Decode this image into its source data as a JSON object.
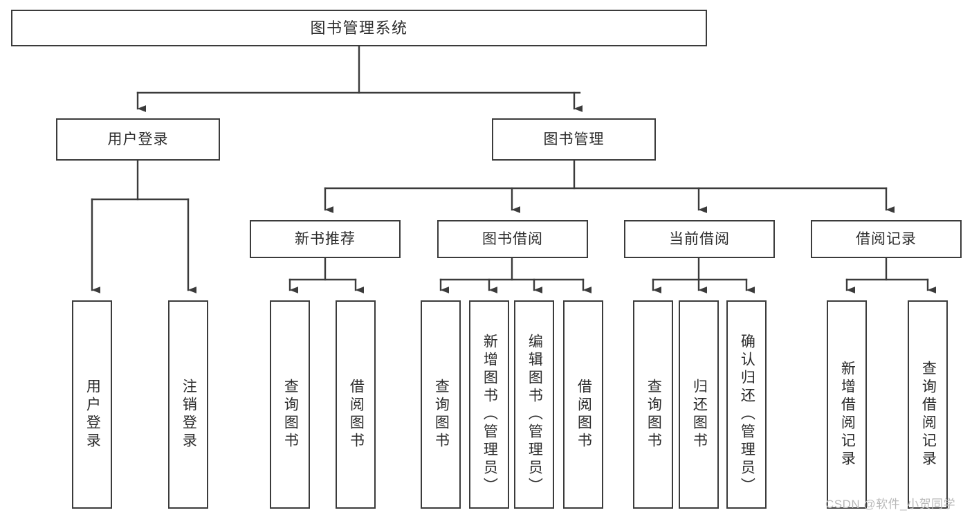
{
  "diagram": {
    "kind": "tree-hierarchy-diagram",
    "title": "图书管理系统",
    "watermark": "CSDN @软件_小贺同学",
    "colors": {
      "box_border": "#3b3b3b",
      "box_fill": "#ffffff",
      "line": "#3b3b3b",
      "text": "#2b2b2b",
      "watermark": "#b9b9b9"
    },
    "levels": [
      {
        "level": 1,
        "labels": [
          "图书管理系统"
        ]
      },
      {
        "level": 2,
        "labels": [
          "用户登录",
          "图书管理"
        ]
      },
      {
        "level": 3,
        "labels": [
          "新书推荐",
          "图书借阅",
          "当前借阅",
          "借阅记录"
        ]
      },
      {
        "level": 4,
        "labels": [
          "用户登录",
          "注销登录",
          "查询图书",
          "借阅图书",
          "查询图书",
          "新增图书（管理员）",
          "编辑图书（管理员）",
          "借阅图书",
          "查询图书",
          "归还图书",
          "确认归还（管理员）",
          "新增借阅记录",
          "查询借阅记录"
        ]
      }
    ],
    "nodes": {
      "root": {
        "label": "图书管理系统"
      },
      "level2": [
        {
          "label": "用户登录"
        },
        {
          "label": "图书管理"
        }
      ],
      "level3": [
        {
          "label": "新书推荐"
        },
        {
          "label": "图书借阅"
        },
        {
          "label": "当前借阅"
        },
        {
          "label": "借阅记录"
        }
      ],
      "leaves": {
        "user_login": [
          {
            "label": "用户登录"
          },
          {
            "label": "注销登录"
          }
        ],
        "new_book_rec": [
          {
            "label": "查询图书"
          },
          {
            "label": "借阅图书"
          }
        ],
        "book_borrow": [
          {
            "label": "查询图书"
          },
          {
            "label": "新增图书（管理员）"
          },
          {
            "label": "编辑图书（管理员）"
          },
          {
            "label": "借阅图书"
          }
        ],
        "current_borrow": [
          {
            "label": "查询图书"
          },
          {
            "label": "归还图书"
          },
          {
            "label": "确认归还（管理员）"
          }
        ],
        "borrow_records": [
          {
            "label": "新增借阅记录"
          },
          {
            "label": "查询借阅记录"
          }
        ]
      }
    }
  }
}
